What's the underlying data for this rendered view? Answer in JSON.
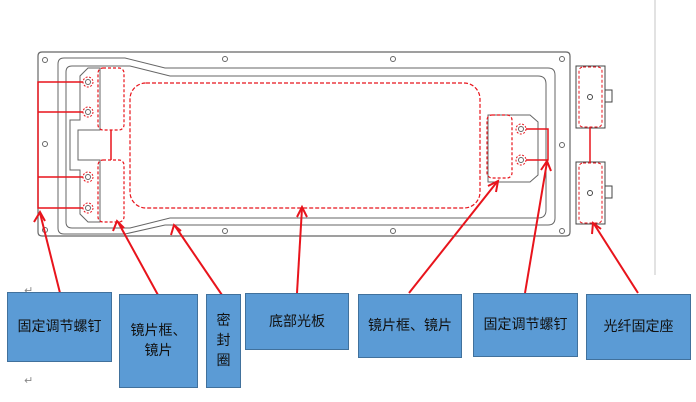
{
  "diagram": {
    "title": "",
    "labels": [
      {
        "id": "fixing-screw-left",
        "text": "固定调节螺钉"
      },
      {
        "id": "lens-frame-left",
        "text": "镜片框、镜片"
      },
      {
        "id": "seal-ring",
        "text": "密封圈"
      },
      {
        "id": "base-plate",
        "text": "底部光板"
      },
      {
        "id": "lens-frame-right",
        "text": "镜片框、镜片"
      },
      {
        "id": "fixing-screw-right",
        "text": "固定调节螺钉"
      },
      {
        "id": "fiber-holder",
        "text": "光纤固定座"
      }
    ],
    "paragraph_mark": "↵",
    "colors": {
      "callout_red": "#e8141c",
      "label_fill": "#5b9bd5",
      "label_border": "#41719c",
      "outline_gray": "#666666"
    }
  }
}
